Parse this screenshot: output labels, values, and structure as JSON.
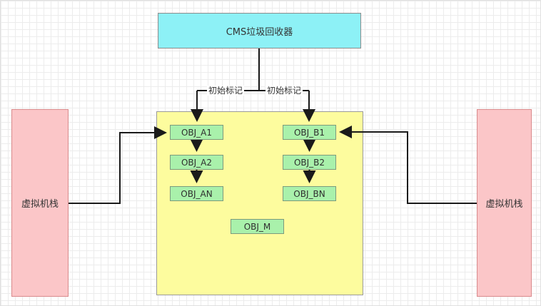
{
  "collector": {
    "label": "CMS垃圾回收器"
  },
  "marks": {
    "left": "初始标记",
    "right": "初始标记"
  },
  "heap": {
    "chain_a": [
      "OBJ_A1",
      "OBJ_A2",
      "OBJ_AN"
    ],
    "chain_b": [
      "OBJ_B1",
      "OBJ_B2",
      "OBJ_BN"
    ],
    "floating": "OBJ_M"
  },
  "stacks": {
    "left": "虚拟机栈",
    "right": "虚拟机栈"
  },
  "colors": {
    "collector_fill": "#8df1f6",
    "heap_fill": "#fdfc9e",
    "node_fill": "#a9f1ab",
    "stack_fill": "#fbc6c8",
    "wire": "#1a1a1a"
  }
}
